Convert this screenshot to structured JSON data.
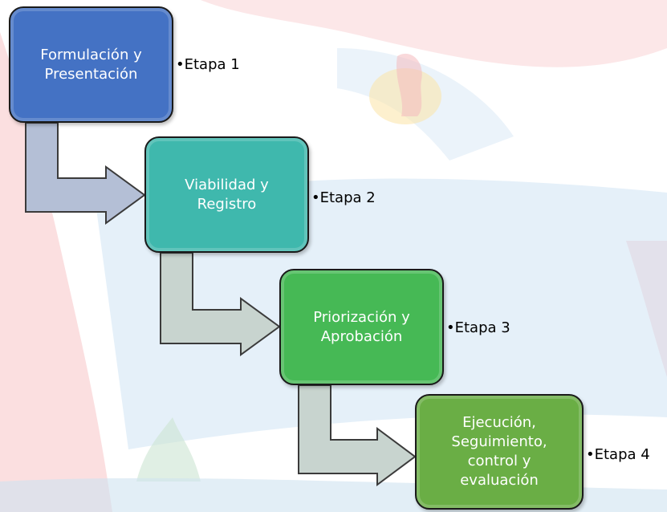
{
  "stages": [
    {
      "title": "Formulación y\nPresentación",
      "color": "#4472c4"
    },
    {
      "title": "Viabilidad y\nRegistro",
      "color": "#3fb8ad"
    },
    {
      "title": "Priorización y\nAprobación",
      "color": "#46b955"
    },
    {
      "title": "Ejecución,\nSeguimiento,\ncontrol  y\nevaluación",
      "color": "#6aae45"
    }
  ],
  "labels": [
    "•Etapa 1",
    "•Etapa 2",
    "•Etapa 3",
    "•Etapa 4"
  ],
  "arrow_colors": {
    "blue_gray": "#b4bfd6",
    "light_gray": "#c8d4cf"
  }
}
